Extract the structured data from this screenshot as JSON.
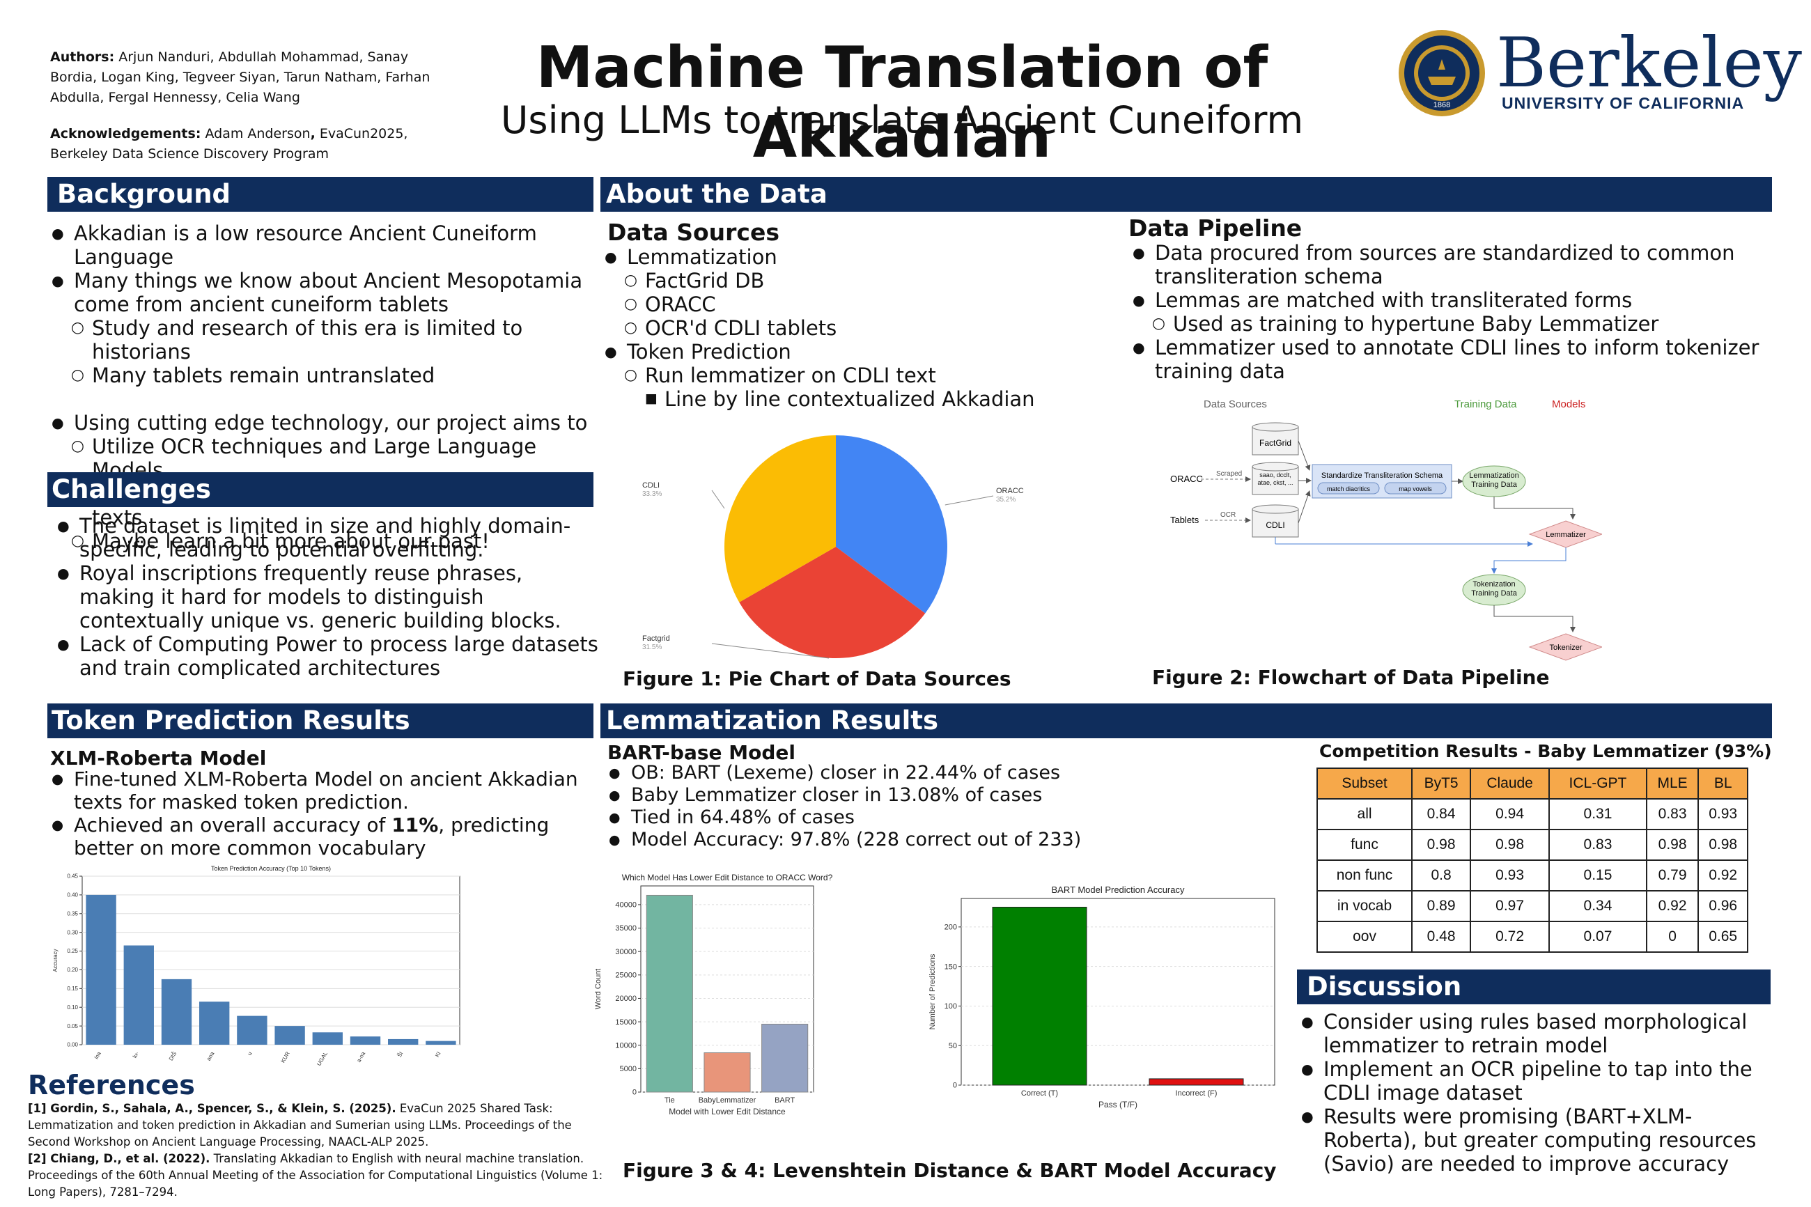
{
  "header": {
    "title": "Machine Translation of Akkadian",
    "subtitle": "Using LLMs to translate Ancient Cuneiform",
    "authors_label": "Authors:",
    "authors": "Arjun Nanduri, Abdullah Mohammad, Sanay Bordia, Logan King, Tegveer Siyan, Tarun Natham, Farhan Abdulla, Fergal Hennessy, Celia Wang",
    "ack_label": "Acknowledgements:",
    "ack_part1": "Adam Anderson",
    "ack_part2": "EvaCun2025,",
    "ack_part3": "Berkeley Data Science Discovery Program",
    "logo_word": "Berkeley",
    "logo_sub": "UNIVERSITY OF CALIFORNIA",
    "seal_year": "1868"
  },
  "background": {
    "heading": "Background",
    "items": [
      {
        "level": 1,
        "text": "Akkadian is a low resource Ancient Cuneiform Language"
      },
      {
        "level": 1,
        "text": "Many things we know about Ancient Mesopotamia come from ancient cuneiform tablets"
      },
      {
        "level": 2,
        "text": "Study and research of this era is limited to historians"
      },
      {
        "level": 2,
        "text": "Many tablets remain untranslated"
      },
      {
        "level": 1,
        "text": "Using cutting edge technology, our project aims to"
      },
      {
        "level": 2,
        "text": "Utilize OCR techniques and Large Language Models"
      },
      {
        "level": 2,
        "text": "Create accurate translations of these ancient texts"
      },
      {
        "level": 2,
        "text": "Maybe learn a bit more about our past!"
      }
    ]
  },
  "challenges": {
    "heading": "Challenges",
    "items": [
      "The dataset is limited in size and highly domain-specific, leading to potential overfitting.",
      "Royal inscriptions frequently reuse phrases, making it hard for models to distinguish contextually unique vs. generic building blocks.",
      "Lack of Computing Power to process large datasets and train complicated architectures"
    ]
  },
  "about": {
    "heading": "About the Data",
    "sources_heading": "Data Sources",
    "sources": [
      {
        "level": 1,
        "text": "Lemmatization"
      },
      {
        "level": 2,
        "text": "FactGrid DB"
      },
      {
        "level": 2,
        "text": "ORACC"
      },
      {
        "level": 2,
        "text": "OCR'd CDLI tablets"
      },
      {
        "level": 1,
        "text": "Token Prediction"
      },
      {
        "level": 2,
        "text": "Run lemmatizer on CDLI text"
      },
      {
        "level": 3,
        "text": "Line by line contextualized Akkadian"
      }
    ],
    "pipeline_heading": "Data Pipeline",
    "pipeline": [
      {
        "level": 1,
        "text": "Data procured from sources are standardized to common transliteration schema"
      },
      {
        "level": 1,
        "text": "Lemmas are matched with transliterated forms"
      },
      {
        "level": 2,
        "text": "Used as training to hypertune Baby Lemmatizer"
      },
      {
        "level": 1,
        "text": "Lemmatizer used to annotate CDLI lines to inform tokenizer training data"
      }
    ],
    "fig1_caption": "Figure 1: Pie Chart of Data Sources",
    "fig2_caption": "Figure 2: Flowchart of Data Pipeline"
  },
  "flowchart": {
    "legend_sources": "Data Sources",
    "legend_training": "Training Data",
    "legend_models": "Models",
    "factgrid": "FactGrid",
    "oracc": "ORACC",
    "scraped": "Scraped",
    "store_text": "saao, dcclt, atae, ckst, ...",
    "tablets": "Tablets",
    "ocr": "OCR",
    "cdli": "CDLI",
    "schema": "Standardize Transliteration Schema",
    "match": "match diacritics",
    "map": "map vowels",
    "lem_training": "Lemmatization Training Data",
    "lemmatizer": "Lemmatizer",
    "tok_training": "Tokenization Training Data",
    "tokenizer": "Tokenizer"
  },
  "token_results": {
    "heading": "Token Prediction Results",
    "model_heading": "XLM-Roberta Model",
    "item1": "Fine-tuned XLM-Roberta Model on ancient Akkadian texts for masked token prediction.",
    "item2_pre": "Achieved an overall accuracy of ",
    "item2_bold": "11%",
    "item2_post": ", predicting better on more common vocabulary"
  },
  "lemma_results": {
    "heading": "Lemmatization Results",
    "model_heading": "BART-base Model",
    "items": [
      "OB: BART (Lexeme) closer in 22.44% of cases",
      "Baby Lemmatizer closer in 13.08% of cases",
      "Tied in 64.48% of cases",
      "Model Accuracy: 97.8% (228 correct out of 233)"
    ],
    "fig34_caption": "Figure 3 & 4: Levenshtein Distance & BART Model Accuracy"
  },
  "competition": {
    "title": "Competition Results - Baby Lemmatizer (93%)",
    "columns": [
      "Subset",
      "ByT5",
      "Claude",
      "ICL-GPT",
      "MLE",
      "BL"
    ],
    "rows": [
      [
        "all",
        "0.84",
        "0.94",
        "0.31",
        "0.83",
        "0.93"
      ],
      [
        "func",
        "0.98",
        "0.98",
        "0.83",
        "0.98",
        "0.98"
      ],
      [
        "non func",
        "0.8",
        "0.93",
        "0.15",
        "0.79",
        "0.92"
      ],
      [
        "in vocab",
        "0.89",
        "0.97",
        "0.34",
        "0.92",
        "0.96"
      ],
      [
        "oov",
        "0.48",
        "0.72",
        "0.07",
        "0",
        "0.65"
      ]
    ],
    "header_color": "#f6a84a"
  },
  "discussion": {
    "heading": "Discussion",
    "items": [
      "Consider using rules based morphological lemmatizer to retrain model",
      "Implement an OCR pipeline to tap into the CDLI image dataset",
      "Results were promising (BART+XLM-Roberta), but greater computing resources (Savio) are needed to improve accuracy"
    ]
  },
  "references": {
    "heading": "References",
    "ref1_bold": "[1] Gordin, S., Sahala, A., Spencer, S., & Klein, S. (2025).",
    "ref1_rest": " EvaCun 2025 Shared Task: Lemmatization and token prediction in Akkadian and Sumerian using LLMs. Proceedings of the Second Workshop on Ancient Language Processing, NAACL-ALP 2025.",
    "ref2_bold": "[2] Chiang, D., et al. (2022).",
    "ref2_rest": " Translating Akkadian to English with neural machine translation. Proceedings of the 60th Annual Meeting of the Association for Computational Linguistics (Volume 1: Long Papers), 7281–7294."
  },
  "colors": {
    "navy": "#0f2d5c",
    "accent": "#f6a84a"
  },
  "chart_data": [
    {
      "type": "pie",
      "categories": [
        "ORACC",
        "Factgrid",
        "CDLI"
      ],
      "values": [
        35.2,
        31.5,
        33.3
      ],
      "labels": [
        "35.2%",
        "31.5%",
        "33.3%"
      ],
      "colors": [
        "#4285f4",
        "#ea4335",
        "#fbbc04"
      ]
    },
    {
      "type": "bar",
      "title": "Token Prediction Accuracy (Top 10 Tokens)",
      "ylabel": "Accuracy",
      "categories": [
        "ina",
        "lu-",
        "DIŠ",
        "ana",
        "u",
        "KUR",
        "LUGAL",
        "a-na",
        "ŠI",
        "KI"
      ],
      "values": [
        0.4,
        0.265,
        0.175,
        0.115,
        0.077,
        0.05,
        0.033,
        0.022,
        0.015,
        0.01
      ],
      "ylim": [
        0,
        0.45
      ],
      "yticks": [
        "0.00",
        "0.05",
        "0.10",
        "0.15",
        "0.20",
        "0.25",
        "0.30",
        "0.35",
        "0.40",
        "0.45"
      ],
      "grid": true,
      "color": "#4a7db4"
    },
    {
      "type": "bar",
      "title": "Which Model Has Lower Edit Distance to ORACC Word?",
      "xlabel": "Model with Lower Edit Distance",
      "ylabel": "Word Count",
      "categories": [
        "Tie",
        "BabyLemmatizer",
        "BART"
      ],
      "values": [
        42000,
        8400,
        14500
      ],
      "ylim": [
        0,
        44000
      ],
      "yticks": [
        "0",
        "5000",
        "10000",
        "15000",
        "20000",
        "25000",
        "30000",
        "35000",
        "40000"
      ],
      "grid": true,
      "colors": [
        "#72b5a1",
        "#e8957a",
        "#95a3c3"
      ]
    },
    {
      "type": "bar",
      "title": "BART Model Prediction Accuracy",
      "xlabel": "Pass (T/F)",
      "ylabel": "Number of Predictions",
      "categories": [
        "Correct (T)",
        "Incorrect (F)"
      ],
      "values": [
        225,
        8
      ],
      "ylim": [
        0,
        236
      ],
      "yticks": [
        "0",
        "50",
        "100",
        "150",
        "200"
      ],
      "grid": true,
      "colors": [
        "#008000",
        "#e01010"
      ]
    }
  ]
}
